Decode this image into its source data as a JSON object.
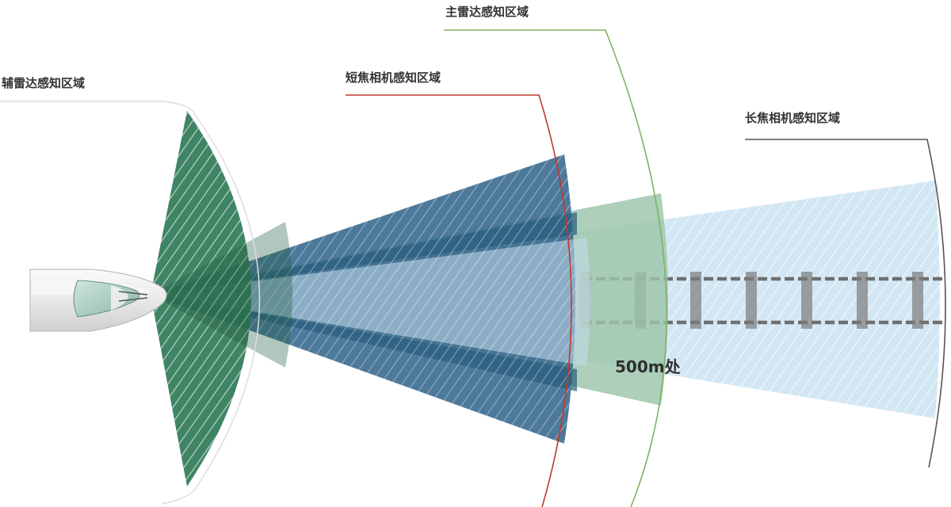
{
  "labels": {
    "aux_radar": "辅雷达感知区域",
    "short_camera": "短焦相机感知区域",
    "main_radar": "主雷达感知区域",
    "long_camera": "长焦相机感知区域",
    "distance_marker": "500m处"
  },
  "colors": {
    "aux_radar": "#2f7a57",
    "short_camera": "#3a6a90",
    "main_radar": "#9cc4a9",
    "long_camera": "#d2e6f4",
    "aux_radar_line": "#dddddd",
    "short_camera_line": "#c0392b",
    "main_radar_line": "#7fb363",
    "long_camera_line": "#555555",
    "track": "#666666"
  }
}
